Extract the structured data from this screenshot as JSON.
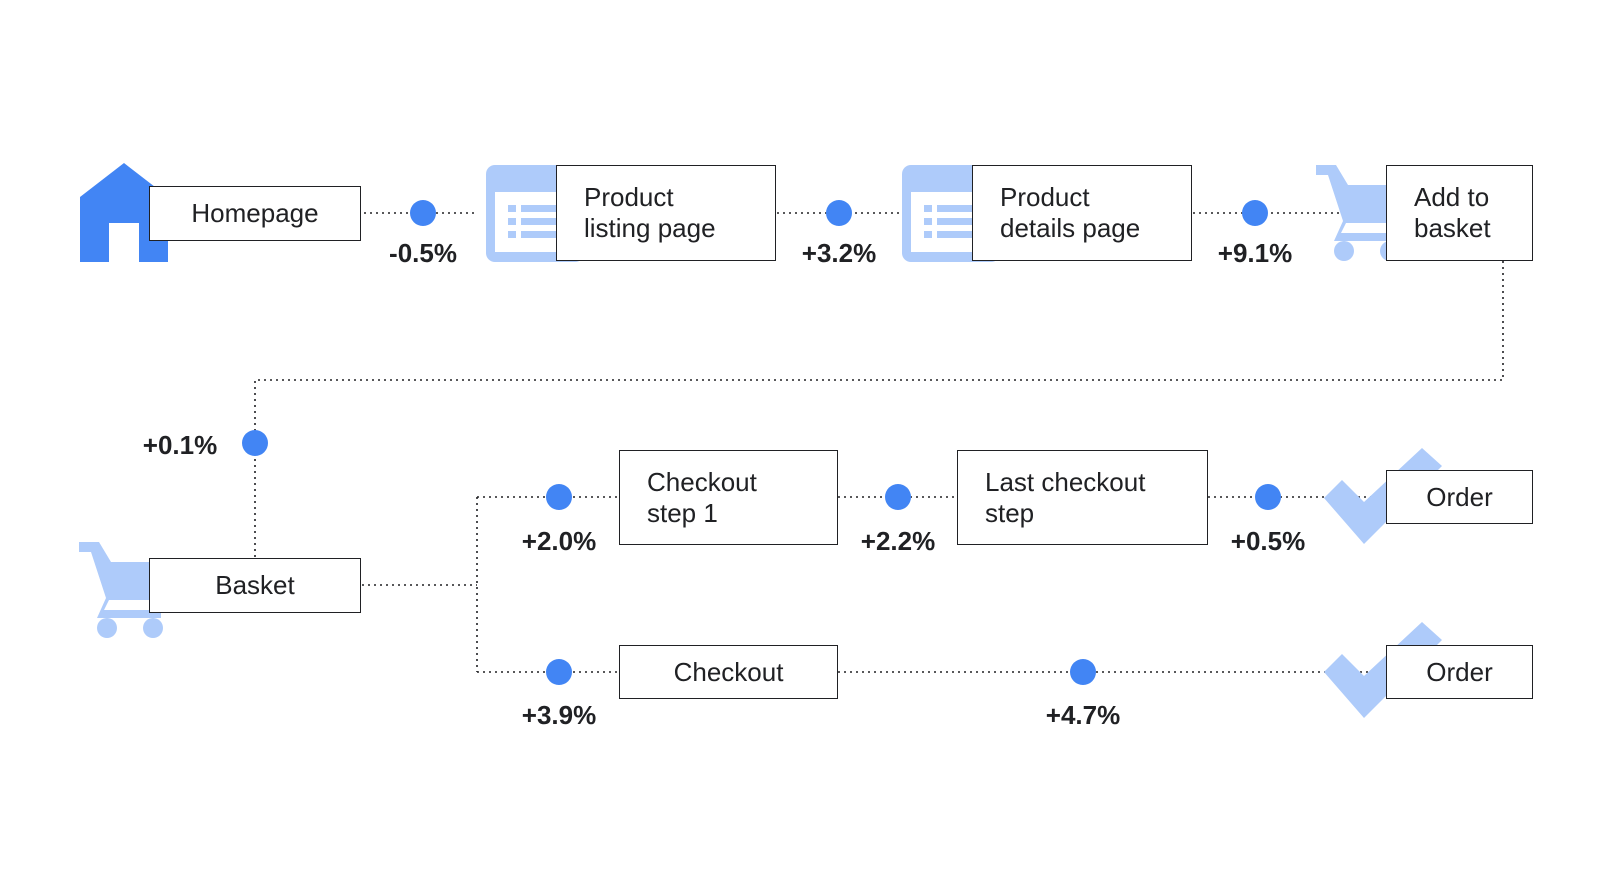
{
  "colors": {
    "accent": "#4285f4",
    "icon_light": "#aecbfa",
    "icon_dark": "#4285f4",
    "line": "#202124"
  },
  "steps": {
    "homepage": "Homepage",
    "product_listing": "Product\nlisting page",
    "product_details": "Product\ndetails page",
    "add_to_basket": "Add to\nbasket",
    "basket": "Basket",
    "checkout_step_1": "Checkout\nstep 1",
    "last_checkout_step": "Last checkout\nstep",
    "order_top": "Order",
    "checkout": "Checkout",
    "order_bottom": "Order"
  },
  "changes": {
    "homepage_to_listing": "-0.5%",
    "listing_to_details": "+3.2%",
    "details_to_add": "+9.1%",
    "add_to_basket_to_basket": "+0.1%",
    "basket_to_checkout_step_1": "+2.0%",
    "step_1_to_last_step": "+2.2%",
    "last_step_to_order": "+0.5%",
    "basket_to_checkout": "+3.9%",
    "checkout_to_order": "+4.7%"
  },
  "icons": {
    "homepage": "home-icon",
    "product_listing": "list-page-icon",
    "product_details": "list-page-icon",
    "add_to_basket": "cart-icon",
    "basket": "cart-icon",
    "order_top": "check-icon",
    "order_bottom": "check-icon"
  }
}
